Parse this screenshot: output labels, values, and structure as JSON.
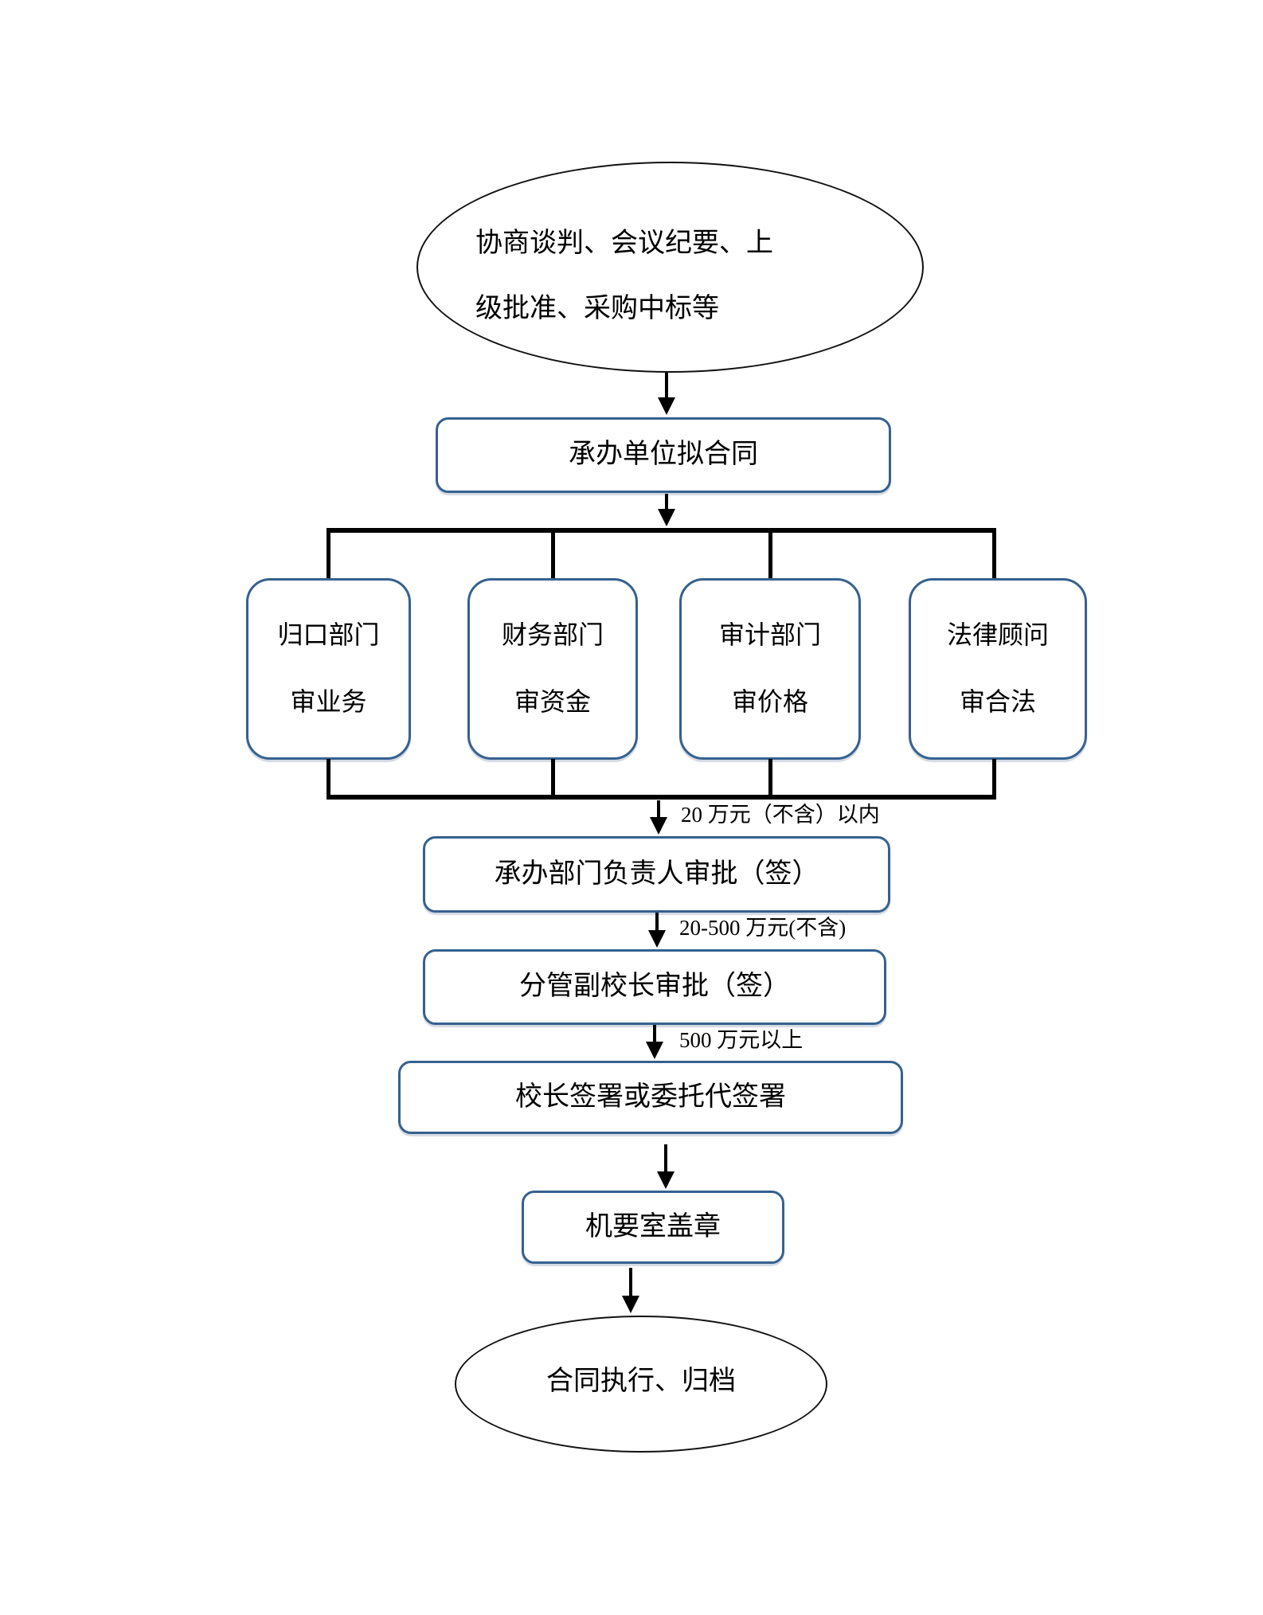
{
  "flow": {
    "start": {
      "lines": [
        "协商谈判、会议纪要、上",
        "级批准、采购中标等"
      ]
    },
    "steps": {
      "draft": "承办单位拟合同",
      "dept_head_approval": "承办部门负责人审批（签）",
      "vice_president_approval": "分管副校长审批（签）",
      "president_sign": "校长签署或委托代签署",
      "seal": "机要室盖章"
    },
    "reviews": [
      {
        "line1": "归口部门",
        "line2": "审业务"
      },
      {
        "line1": "财务部门",
        "line2": "审资金"
      },
      {
        "line1": "审计部门",
        "line2": "审价格"
      },
      {
        "line1": "法律顾问",
        "line2": "审合法"
      }
    ],
    "conditions": {
      "under_20w": "20 万元（不含）以内",
      "between_20_500w": "20-500 万元(不含)",
      "over_500w": "500 万元以上"
    },
    "end": "合同执行、归档",
    "colors": {
      "box_border": "#35618f",
      "connector": "#000000"
    }
  }
}
